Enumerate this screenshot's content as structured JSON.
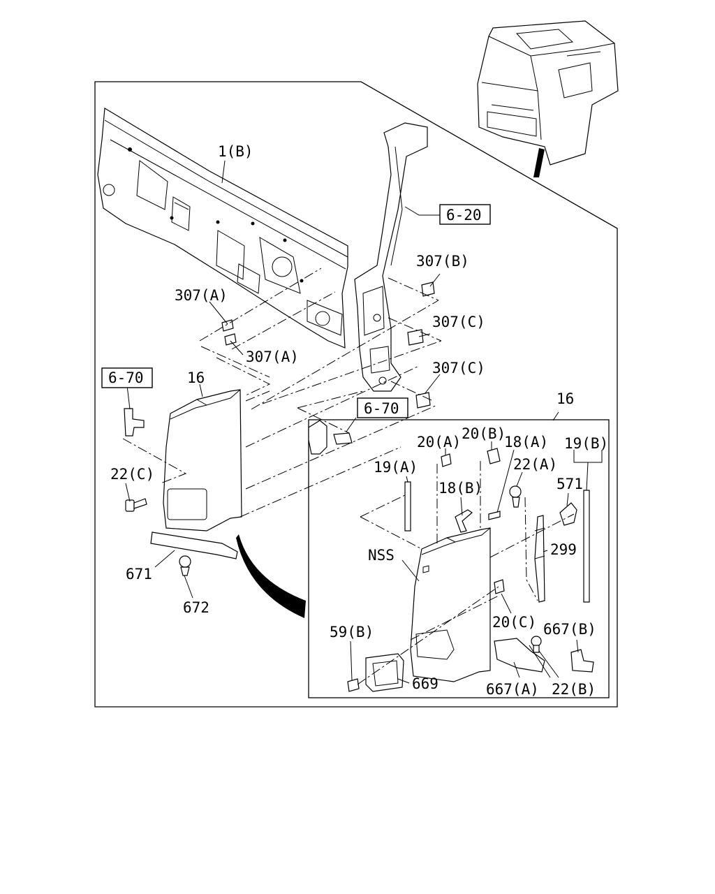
{
  "labels": {
    "panel_1b": "1(B)",
    "pillar_ref": "6-20",
    "clip_307b": "307(B)",
    "clip_307a_upper": "307(A)",
    "clip_307c_upper": "307(C)",
    "clip_307a_lower": "307(A)",
    "clip_307c_lower": "307(C)",
    "ref_670_left": "6-70",
    "ref_670_mid": "6-70",
    "part_16_left": "16",
    "part_16_right": "16",
    "bolt_22c": "22(C)",
    "strip_671": "671",
    "clip_672": "672",
    "clip_20a": "20(A)",
    "clip_20b": "20(B)",
    "seal_18a": "18(A)",
    "seal_19b": "19(B)",
    "seal_19a": "19(A)",
    "bolt_22a": "22(A)",
    "seal_18b": "18(B)",
    "lamp_571": "571",
    "nss": "NSS",
    "bracket_299": "299",
    "clip_20c": "20(C)",
    "clip_59b": "59(B)",
    "bracket_667b": "667(B)",
    "bezel_669": "669",
    "bracket_667a": "667(A)",
    "bolt_22b": "22(B)"
  }
}
